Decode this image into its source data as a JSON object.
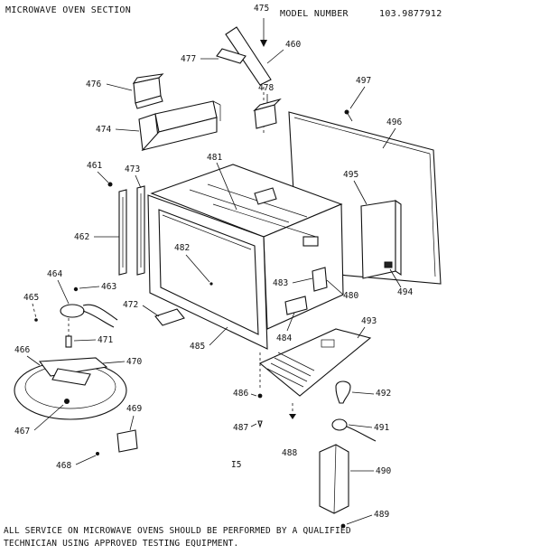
{
  "header": {
    "section_title": "MICROWAVE OVEN SECTION",
    "model_label": "MODEL NUMBER",
    "model_number": "103.9877912"
  },
  "page_mark": "I5",
  "footer": {
    "line1": "ALL SERVICE ON MICROWAVE OVENS SHOULD BE PERFORMED BY A QUALIFIED",
    "line2": "TECHNICIAN USING APPROVED TESTING EQUIPMENT."
  },
  "callouts": {
    "c475": "475",
    "c460": "460",
    "c477": "477",
    "c476": "476",
    "c478": "478",
    "c497": "497",
    "c474": "474",
    "c496": "496",
    "c481": "481",
    "c461": "461",
    "c473": "473",
    "c495": "495",
    "c462": "462",
    "c482": "482",
    "c464": "464",
    "c463": "463",
    "c465": "465",
    "c472": "472",
    "c483": "483",
    "c480": "480",
    "c494": "494",
    "c493": "493",
    "c466": "466",
    "c471": "471",
    "c485": "485",
    "c484": "484",
    "c470": "470",
    "c486": "486",
    "c492": "492",
    "c469": "469",
    "c467": "467",
    "c487": "487",
    "c491": "491",
    "c488": "488",
    "c468": "468",
    "c490": "490",
    "c489": "489"
  }
}
